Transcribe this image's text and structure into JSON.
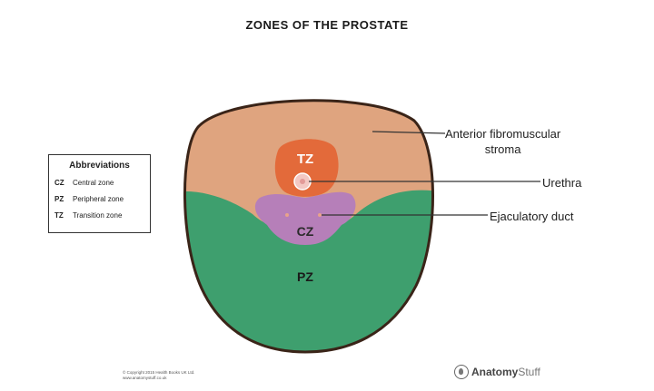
{
  "title": "ZONES OF THE PROSTATE",
  "abbreviations": {
    "heading": "Abbreviations",
    "items": [
      {
        "code": "CZ",
        "text": "Central zone"
      },
      {
        "code": "PZ",
        "text": "Peripheral zone"
      },
      {
        "code": "TZ",
        "text": "Transition zone"
      }
    ]
  },
  "zones": {
    "tz": "TZ",
    "cz": "CZ",
    "pz": "PZ"
  },
  "labels": {
    "stroma_line1": "Anterior fibromuscular",
    "stroma_line2": "stroma",
    "urethra": "Urethra",
    "ejaculatory": "Ejaculatory duct"
  },
  "footer": {
    "copyright_line1": "© Copyright 2015 Health Books UK Ltd.",
    "copyright_line2": "www.anatomystuff.co.uk",
    "logo_part1": "Anatomy",
    "logo_part2": "Stuff"
  },
  "colors": {
    "stroma": "#dfa47f",
    "outline": "#3a2418",
    "transition": "#e36a3a",
    "central": "#b67fb9",
    "peripheral": "#3e9f6e"
  }
}
